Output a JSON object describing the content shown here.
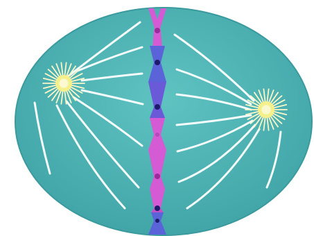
{
  "diagram": {
    "subject": "cell-in-metaphase",
    "parts": {
      "cell": {
        "shape": "ellipse"
      },
      "centrosome_left": {
        "shape": "starburst"
      },
      "centrosome_right": {
        "shape": "starburst"
      },
      "spindle_fibers": {
        "count": 16
      },
      "chromosomes": {
        "count": 7
      }
    },
    "colors": {
      "background": "#ffffff",
      "cell_fill": "#4fb2b2",
      "cell_edge": "#3a9a9d",
      "fiber": "#f4fbfb",
      "centrosome_core": "#f5f08c",
      "centrosome_rays": "#fbf7c8",
      "chromosome_magenta": "#d45bd4",
      "chromosome_blue": "#5a64d8",
      "centromere": "#1d1a6e"
    }
  }
}
